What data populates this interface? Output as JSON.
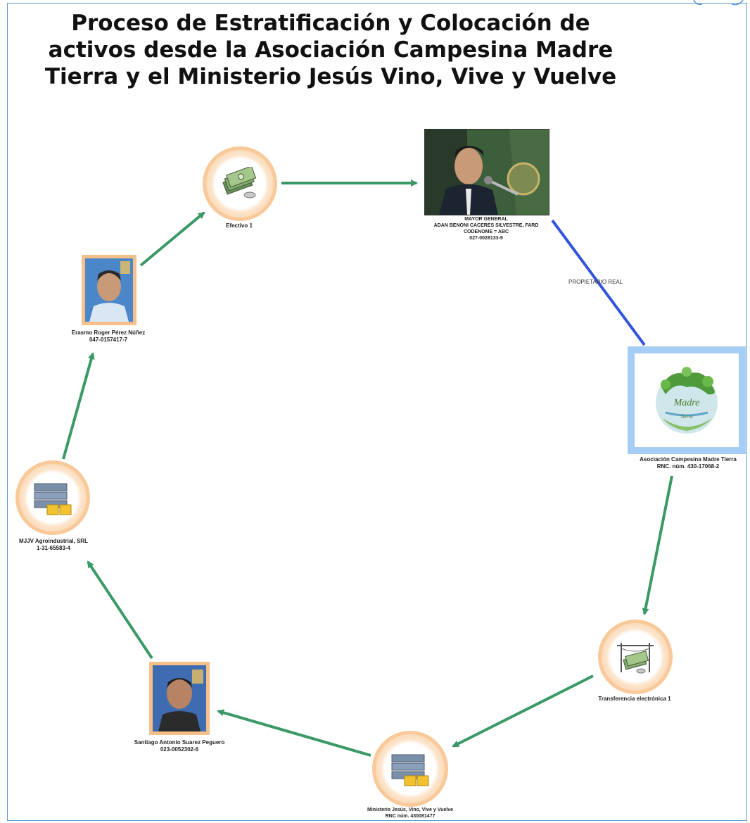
{
  "title": "Proceso de Estratificación y Colocación de activos desde la Asociación Campesina Madre Tierra y el Ministerio Jesús Vino, Vive y Vuelve",
  "colors": {
    "flow_arrow": "#3a9966",
    "owner_link": "#3355dd",
    "node_ring": "#f7c08a",
    "frame": "#5b9bd5"
  },
  "nodes": {
    "efectivo": {
      "label": "Efectivo 1",
      "icon": "cash-stack-icon"
    },
    "mayor": {
      "line1": "MAYOR GENERAL",
      "line2": "ADAN BENONI CACERES SILVESTRE, FARD",
      "line3": "CODENOME = ABC",
      "line4": "027-0028133-9"
    },
    "madre_tierra": {
      "line1": "Asociación Campesina Madre Tierra",
      "line2": "RNC. núm. 430-17068-2",
      "logo_text1": "Madre",
      "logo_text2": "Tierra"
    },
    "transferencia": {
      "label": "Transferencia electrónica 1",
      "icon": "wire-transfer-icon"
    },
    "ministerio": {
      "line1": "Ministerio Jesús, Vino, Vive y Vuelve",
      "line2": "RNC núm. 430081477"
    },
    "santiago": {
      "line1": "Santiago Antonio Suarez Peguero",
      "line2": "023-0052302-6"
    },
    "mjv": {
      "line1": "MJJV Agroindustrial, SRL",
      "line2": "1-31-65583-4"
    },
    "erasmo": {
      "line1": "Erasmo Roger Pérez Núñez",
      "line2": "047-0157417-7"
    }
  },
  "edges": {
    "owner_label": "PROPIETARIO REAL"
  }
}
